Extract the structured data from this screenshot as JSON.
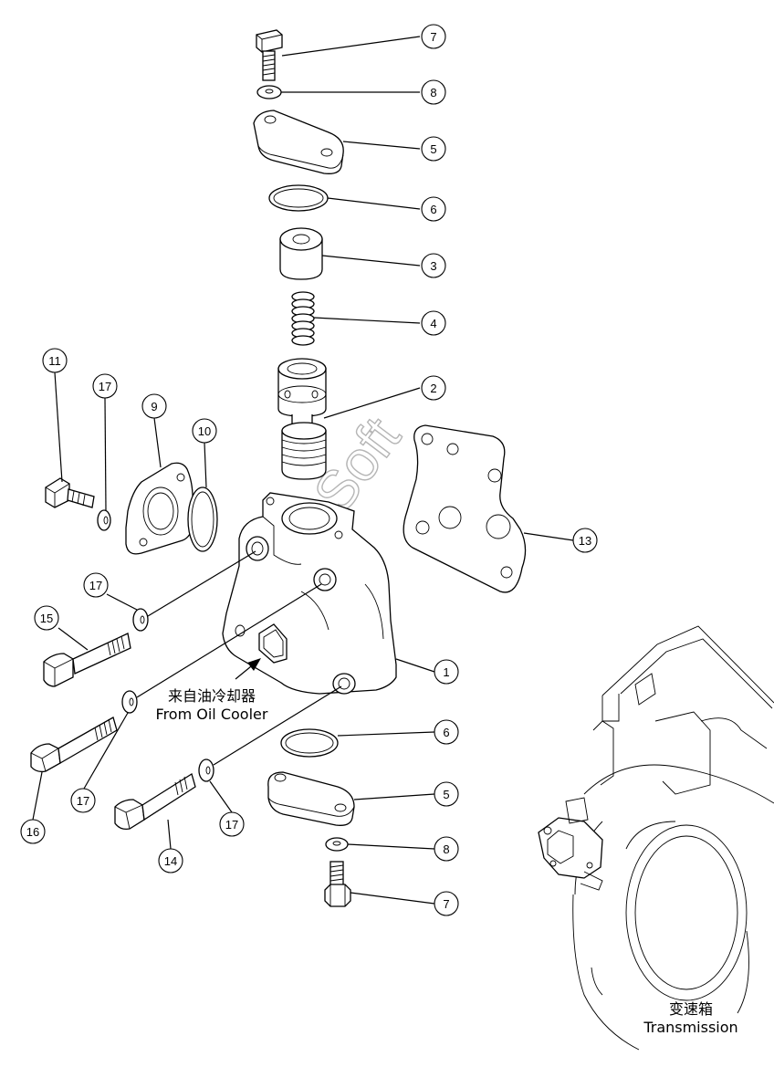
{
  "callouts": [
    {
      "id": "c7a",
      "label": "7"
    },
    {
      "id": "c8a",
      "label": "8"
    },
    {
      "id": "c5a",
      "label": "5"
    },
    {
      "id": "c6a",
      "label": "6"
    },
    {
      "id": "c3",
      "label": "3"
    },
    {
      "id": "c4",
      "label": "4"
    },
    {
      "id": "c2",
      "label": "2"
    },
    {
      "id": "c13",
      "label": "13"
    },
    {
      "id": "c11",
      "label": "11"
    },
    {
      "id": "c17a",
      "label": "17"
    },
    {
      "id": "c9",
      "label": "9"
    },
    {
      "id": "c10",
      "label": "10"
    },
    {
      "id": "c17b",
      "label": "17"
    },
    {
      "id": "c15",
      "label": "15"
    },
    {
      "id": "c1",
      "label": "1"
    },
    {
      "id": "c6b",
      "label": "6"
    },
    {
      "id": "c5b",
      "label": "5"
    },
    {
      "id": "c8b",
      "label": "8"
    },
    {
      "id": "c7b",
      "label": "7"
    },
    {
      "id": "c17c",
      "label": "17"
    },
    {
      "id": "c16",
      "label": "16"
    },
    {
      "id": "c17d",
      "label": "17"
    },
    {
      "id": "c14",
      "label": "14"
    }
  ],
  "labels": {
    "oil_cooler_cn": "来自油冷却器",
    "oil_cooler_en": "From Oil Cooler",
    "transmission_cn": "变速箱",
    "transmission_en": "Transmission",
    "watermark": "AutoSoft"
  }
}
